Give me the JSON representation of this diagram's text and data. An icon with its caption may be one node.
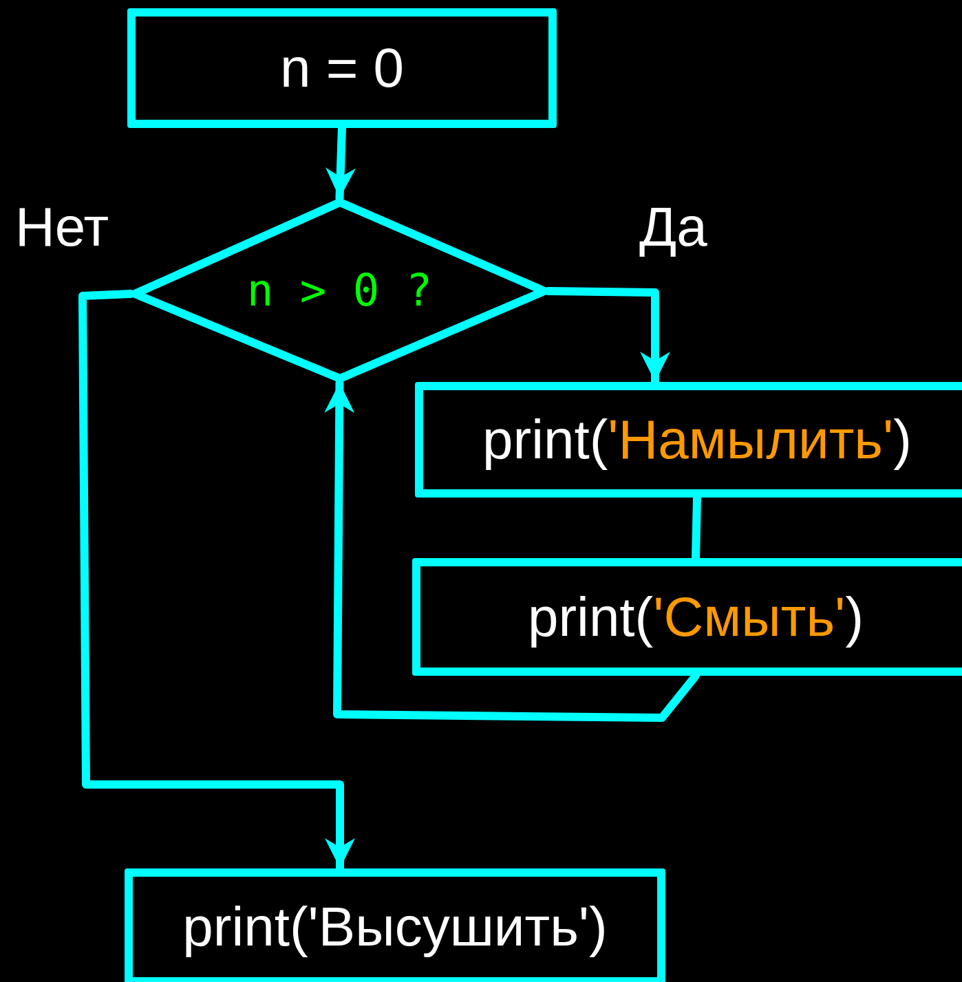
{
  "diagram": {
    "nodes": [
      {
        "text": [
          "n = 0"
        ]
      },
      {
        "text": [
          "n > 0 ?"
        ]
      },
      {
        "text": [
          "print(*'Намылить'*)"
        ]
      },
      {
        "text": [
          "print(*'Смыть'*)"
        ]
      },
      {
        "text": [
          "print('Высушить')"
        ]
      }
    ],
    "edges": [
      {
        "from": 0,
        "to": 1,
        "arrow": "to"
      },
      {
        "from": 1,
        "to": 2,
        "arrow": "to",
        "label": "Да"
      },
      {
        "from": 2,
        "to": 3,
        "arrow": "none"
      },
      {
        "from": 3,
        "to": 1,
        "arrow": "to"
      },
      {
        "from": 1,
        "to": 4,
        "arrow": "to",
        "label": "Нет"
      }
    ]
  }
}
